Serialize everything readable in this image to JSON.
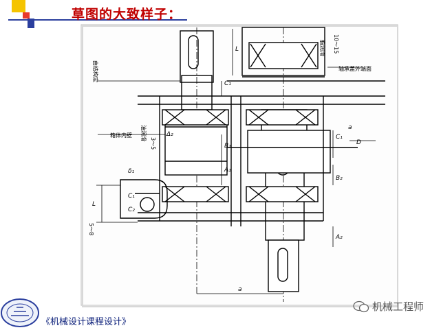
{
  "title": "草图的大致样子：",
  "footer_text": "《机械设计课程设计》",
  "watermark_text": "机械工程师",
  "labels": {
    "grease_groove": "脂润滑",
    "gap_range": "10～15",
    "bearing_cap": "轴承盖外端面",
    "coupling": "由结构定",
    "box_inner_wall": "箱体内壁",
    "oil_groove": "油润滑",
    "oil_range": "3～5",
    "bottom_range": "5～8",
    "L_top": "L",
    "L_left": "L",
    "C1_a": "C₁",
    "C1_b": "C₁",
    "C1_c": "C₁",
    "C2": "C₂",
    "B1": "B₁",
    "B2": "B₂",
    "A1": "A₁",
    "A2": "A₂",
    "delta1": "δ₁",
    "delta2": "Δ₂",
    "a": "a",
    "a_small": "a",
    "D": "D"
  },
  "colors": {
    "title": "#c00000",
    "footer": "#0b1f7a",
    "deco_yellow": "#f5c400",
    "deco_red": "#e8392c",
    "deco_blue": "#2b3f9e"
  }
}
